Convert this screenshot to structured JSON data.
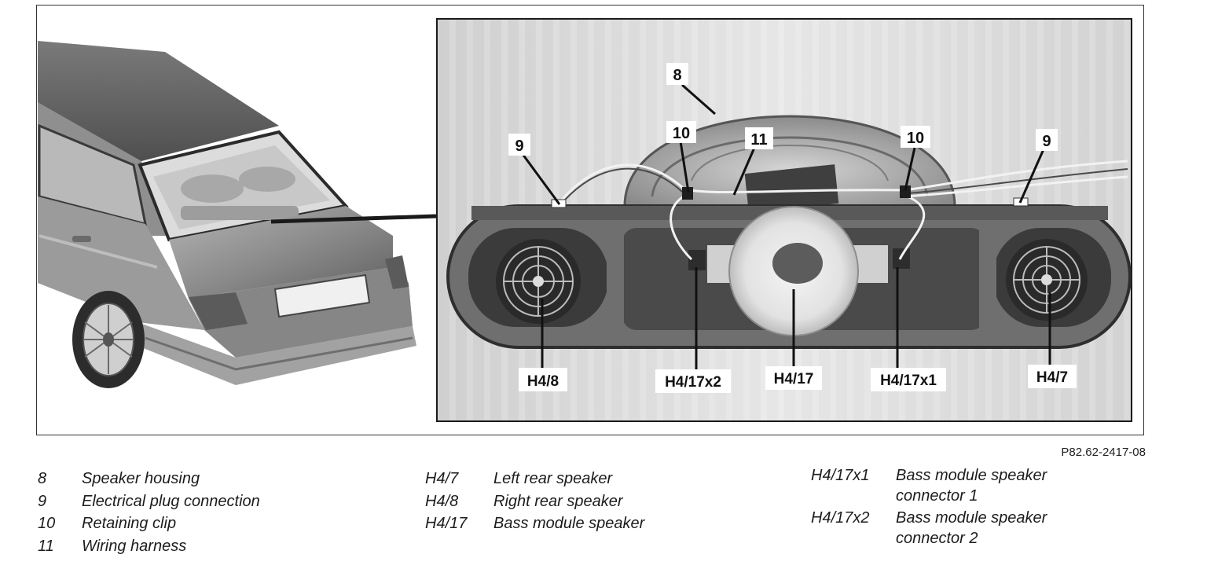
{
  "figure": {
    "reference_code": "P82.62-2417-08",
    "callouts": {
      "c8": "8",
      "c9_left": "9",
      "c9_right": "9",
      "c10_left": "10",
      "c10_right": "10",
      "c11": "11",
      "h4_8": "H4/8",
      "h4_17x2": "H4/17x2",
      "h4_17": "H4/17",
      "h4_17x1": "H4/17x1",
      "h4_7": "H4/7"
    },
    "colors": {
      "photo_bg": "#d9d9d9",
      "housing": "#6e6e6e",
      "car_body": "#9a9a9a",
      "label_bg": "#ffffff"
    }
  },
  "legend": {
    "col1": [
      {
        "key": "8",
        "desc": "Speaker housing"
      },
      {
        "key": "9",
        "desc": "Electrical plug connection"
      },
      {
        "key": "10",
        "desc": "Retaining clip"
      },
      {
        "key": "11",
        "desc": "Wiring harness"
      }
    ],
    "col2": [
      {
        "key": "H4/7",
        "desc": "Left rear speaker"
      },
      {
        "key": "H4/8",
        "desc": "Right rear speaker"
      },
      {
        "key": "H4/17",
        "desc": "Bass module speaker"
      }
    ],
    "col3": [
      {
        "key": "H4/17x1",
        "desc": "Bass module speaker",
        "desc2": "connector 1"
      },
      {
        "key": "H4/17x2",
        "desc": "Bass module speaker",
        "desc2": "connector 2"
      }
    ]
  }
}
